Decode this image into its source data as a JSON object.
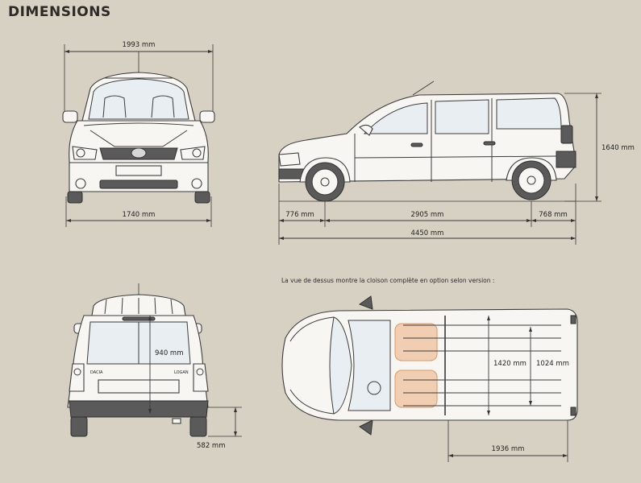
{
  "header": {
    "title": "DIMENSIONS"
  },
  "note": "La vue de dessus montre la cloison complète en option selon version :",
  "dimensions": {
    "front_width_mirrors": "1993 mm",
    "front_track": "1740 mm",
    "side_front_overhang": "776 mm",
    "side_wheelbase": "2905 mm",
    "side_rear_overhang": "768 mm",
    "side_length": "4450 mm",
    "side_height": "1640 mm",
    "rear_opening_height": "940 mm",
    "rear_sill_height": "582 mm",
    "top_cargo_width": "1420 mm",
    "top_wheelarch_width": "1024 mm",
    "top_cargo_length": "1936 mm"
  },
  "badges": {
    "rear_left": "DACIA",
    "rear_right": "LOGAN"
  }
}
